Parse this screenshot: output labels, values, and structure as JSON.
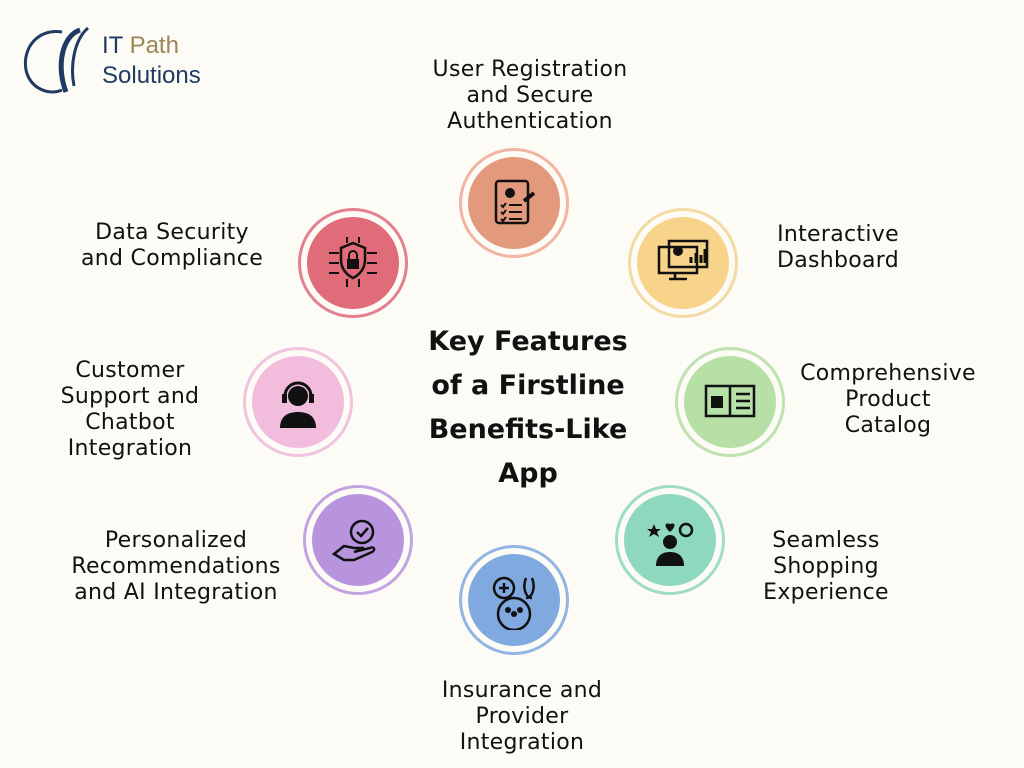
{
  "logo": {
    "line1_a": "IT",
    "line1_b": "Path",
    "line2": "Solutions"
  },
  "title": {
    "line1": "Key Features",
    "line2": "of a Firstline",
    "line3": "Benefits-Like",
    "line4": "App"
  },
  "features": [
    {
      "id": "registration",
      "lines": [
        "User Registration",
        "and Secure",
        "Authentication"
      ],
      "icon": "clipboard-user-icon",
      "color": "#e39a7c",
      "ring": "#f0b6a2"
    },
    {
      "id": "dashboard",
      "lines": [
        "Interactive",
        "Dashboard"
      ],
      "icon": "monitor-chart-icon",
      "color": "#f8d48a",
      "ring": "#f2dba3"
    },
    {
      "id": "catalog",
      "lines": [
        "Comprehensive",
        "Product",
        "Catalog"
      ],
      "icon": "open-book-icon",
      "color": "#b6e0a6",
      "ring": "#bfe2b0"
    },
    {
      "id": "shopping",
      "lines": [
        "Seamless",
        "Shopping",
        "Experience"
      ],
      "icon": "user-feedback-icon",
      "color": "#8fd8c0",
      "ring": "#9edcc8"
    },
    {
      "id": "insurance",
      "lines": [
        "Insurance and",
        "Provider",
        "Integration"
      ],
      "icon": "medical-group-icon",
      "color": "#80a9e0",
      "ring": "#93b5e3"
    },
    {
      "id": "personalized",
      "lines": [
        "Personalized",
        "Recommendations",
        "and AI Integration"
      ],
      "icon": "hand-check-icon",
      "color": "#b894df",
      "ring": "#c3a4e2"
    },
    {
      "id": "support",
      "lines": [
        "Customer",
        "Support and",
        "Chatbot",
        "Integration"
      ],
      "icon": "headset-agent-icon",
      "color": "#f2bddc",
      "ring": "#f0c4df"
    },
    {
      "id": "security",
      "lines": [
        "Data Security",
        "and Compliance"
      ],
      "icon": "shield-lock-icon",
      "color": "#e06b79",
      "ring": "#e48190"
    }
  ]
}
